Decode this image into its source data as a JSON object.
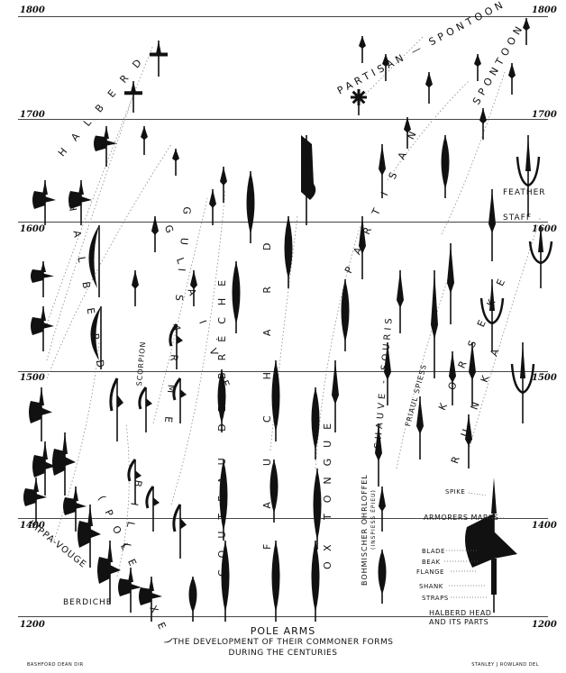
{
  "centuries": [
    "1800",
    "1700",
    "1600",
    "1500",
    "1400",
    "1200"
  ],
  "labels": {
    "halberd": "HALBERD",
    "halberd_vertical": "HALBERD",
    "partisan_spontoon": "PARTISAN — SPONTOON",
    "spontoon": "SPONTOON",
    "partisan": "PARTISAN",
    "feather_staff": "FEATHER STAFF",
    "glaive": "GLAIVE",
    "guisarme": "GUISARME",
    "scorpion": "SCORPION",
    "bill": "BILL",
    "pole_axe": "(POLE AXE)",
    "couteau_de_breche": "COUTEAU DE BRÈCHE",
    "fauchard": "FAUCHARD",
    "ox_tongue": "OX TONGUE",
    "bohmischer_ohrloffel": "BOHMISCHER OHRLOFFEL",
    "langue_de_boeuf": "(INSPIESS ÉPIEU)",
    "chauve_souris": "CHAUVE - SOURIS",
    "friaul_spiess": "FRIAUL SPIESS",
    "korseke": "KORSEKE",
    "runka": "RUNKA",
    "hippa_vouge": "HIPPA-VOUGE",
    "berdiche": "BERDICHE"
  },
  "parts": {
    "spike": "SPIKE",
    "armorers_marks": "ARMORERS MARKS",
    "blade": "BLADE",
    "beak": "BEAK",
    "flange": "FLANGE",
    "shank": "SHANK",
    "straps": "STRAPS",
    "caption_line1": "HALBERD HEAD",
    "caption_line2": "AND ITS PARTS"
  },
  "title": {
    "main": "POLE ARMS",
    "sub1": "THE DEVELOPMENT OF THEIR COMMONER FORMS",
    "sub2": "DURING THE CENTURIES"
  },
  "credits": {
    "left": "BASHFORD DEAN DIR",
    "right": "STANLEY J ROWLAND DEL"
  }
}
